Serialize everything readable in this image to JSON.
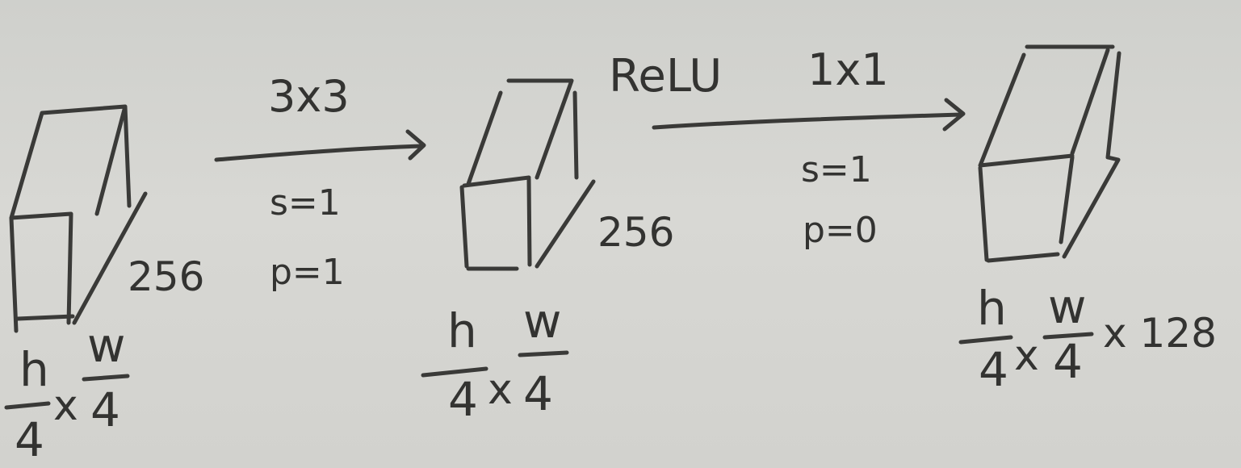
{
  "diagram": {
    "blocks": [
      {
        "channels": "256",
        "size": {
          "num_h": "h",
          "den_h": "4",
          "times": "x",
          "num_w": "w",
          "den_w": "4",
          "suffix": ""
        }
      },
      {
        "channels": "256",
        "size": {
          "num_h": "h",
          "den_h": "4",
          "times": "x",
          "num_w": "w",
          "den_w": "4",
          "suffix": ""
        }
      },
      {
        "channels": "",
        "size": {
          "num_h": "h",
          "den_h": "4",
          "times": "x",
          "num_w": "w",
          "den_w": "4",
          "suffix": "x 128"
        }
      }
    ],
    "arrows": [
      {
        "kernel": "3x3",
        "activation": "",
        "stride": "s=1",
        "padding": "p=1"
      },
      {
        "kernel": "1x1",
        "activation": "ReLU",
        "stride": "s=1",
        "padding": "p=0"
      }
    ],
    "colors": {
      "ink": "#3a3a38",
      "paper": "#d6d6d2"
    }
  }
}
